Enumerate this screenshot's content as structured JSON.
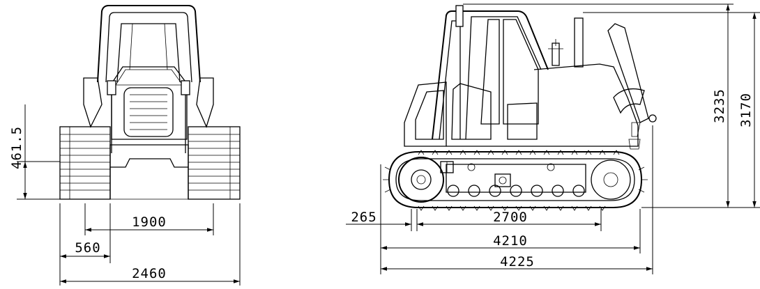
{
  "front_view": {
    "dims": {
      "ground_clearance": "461.5",
      "track_gauge": "1900",
      "track_shoe_width": "560",
      "overall_width": "2460"
    }
  },
  "side_view": {
    "dims": {
      "sprocket_offset": "265",
      "track_length_on_ground": "2700",
      "overall_length": "4210",
      "overall_length_with_blade": "4225",
      "overall_height": "3235",
      "cab_height": "3170"
    }
  }
}
